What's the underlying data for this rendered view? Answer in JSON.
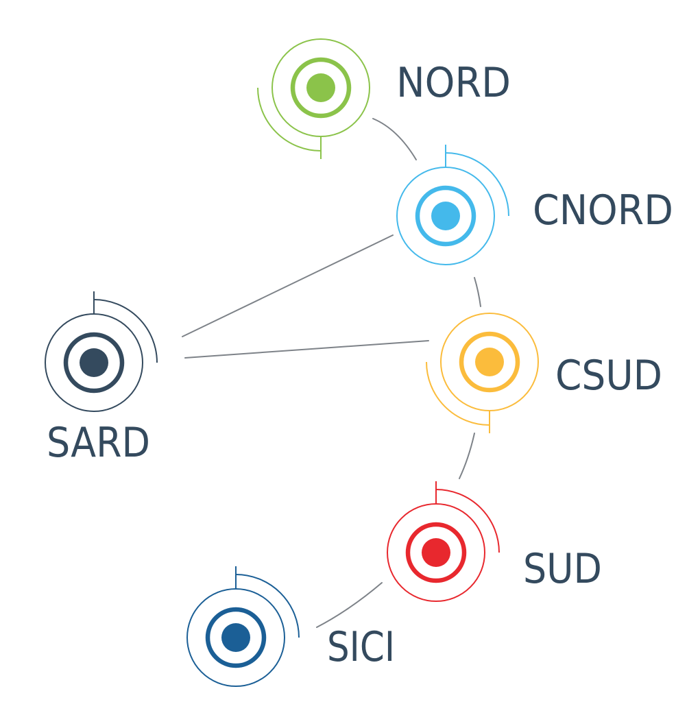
{
  "title": "Regional network diagram",
  "label_color": "#344a5e",
  "connector_color": "#7d8288",
  "nodes": [
    {
      "id": "nord",
      "label": "NORD",
      "color": "#8bc34a",
      "arc": "left-bottom"
    },
    {
      "id": "cnord",
      "label": "CNORD",
      "color": "#44b9eb",
      "arc": "top-right"
    },
    {
      "id": "sard",
      "label": "SARD",
      "color": "#344a5e",
      "arc": "top-right"
    },
    {
      "id": "csud",
      "label": "CSUD",
      "color": "#fbbc3c",
      "arc": "left-bottom"
    },
    {
      "id": "sud",
      "label": "SUD",
      "color": "#e8282e",
      "arc": "top-right"
    },
    {
      "id": "sici",
      "label": "SICI",
      "color": "#1b5f96",
      "arc": "top-right"
    }
  ],
  "edges": [
    {
      "from": "nord",
      "to": "cnord"
    },
    {
      "from": "sard",
      "to": "cnord"
    },
    {
      "from": "sard",
      "to": "csud"
    },
    {
      "from": "cnord",
      "to": "csud"
    },
    {
      "from": "csud",
      "to": "sud"
    },
    {
      "from": "sud",
      "to": "sici"
    }
  ]
}
